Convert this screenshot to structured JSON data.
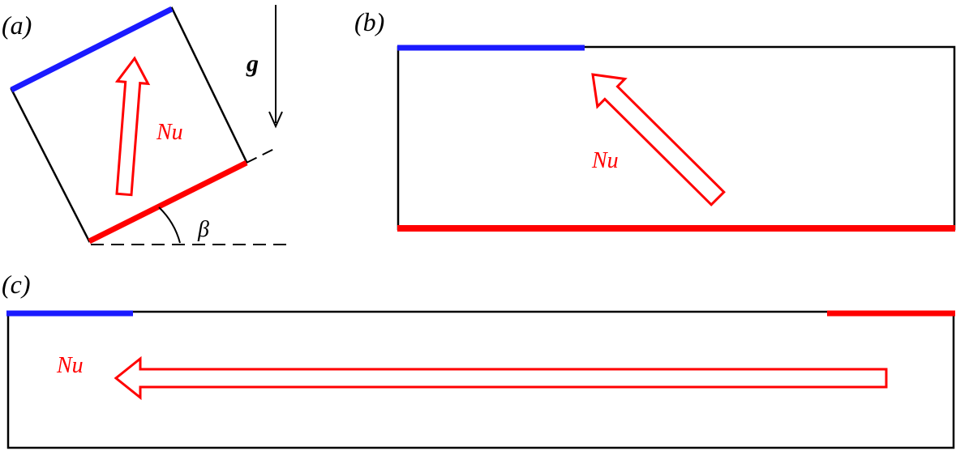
{
  "colors": {
    "hot": "#ff0000",
    "cold": "#1a1aff",
    "wall": "#000000"
  },
  "panels": {
    "a": {
      "label": "(a)",
      "flux_label": "Nu",
      "gravity_label": "g",
      "angle_label": "β"
    },
    "b": {
      "label": "(b)",
      "flux_label": "Nu"
    },
    "c": {
      "label": "(c)",
      "flux_label": "Nu"
    }
  }
}
